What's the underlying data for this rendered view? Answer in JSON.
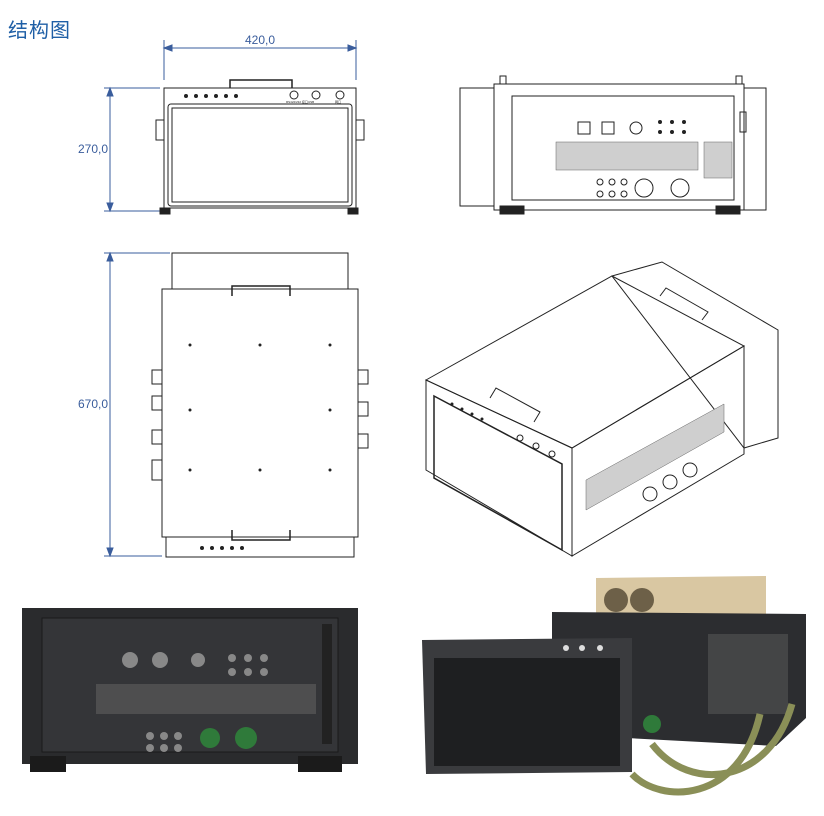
{
  "page": {
    "title": "结构图",
    "bottom_caption": "",
    "accent_color": "#1f5fa6"
  },
  "views": {
    "front": {
      "width_dim": "420,0",
      "height_dim": "270,0",
      "panel_label_a": "RS422/232 接口",
      "panel_label_b": "USB",
      "panel_label_c": "网口"
    },
    "top": {
      "depth_dim": "670,0"
    },
    "rear": {},
    "iso": {}
  },
  "photos": {
    "rear_photo": {},
    "assembly_photo": {}
  }
}
